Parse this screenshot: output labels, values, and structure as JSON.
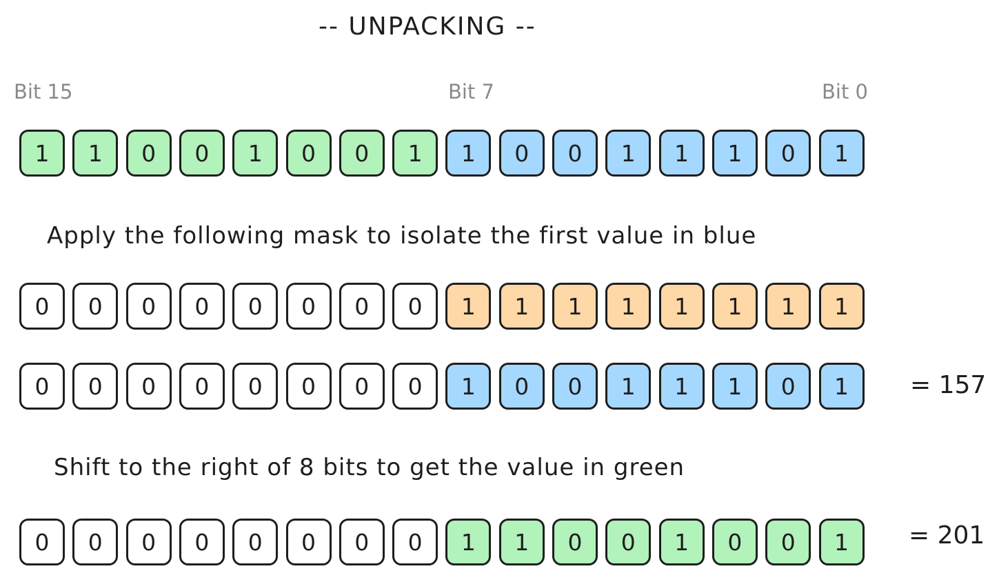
{
  "title": "-- UNPACKING --",
  "bit_labels": {
    "high": "Bit 15",
    "mid": "Bit 7",
    "low": "Bit 0"
  },
  "colors": {
    "green": "#b2f2bb",
    "blue": "#a5d8ff",
    "orange": "#ffd8a8",
    "white": "#ffffff",
    "stroke": "#1e1e1e",
    "label_gray": "#8a8a8a"
  },
  "rows": {
    "packed": {
      "bits": [
        "1",
        "1",
        "0",
        "0",
        "1",
        "0",
        "0",
        "1",
        "1",
        "0",
        "0",
        "1",
        "1",
        "1",
        "0",
        "1"
      ],
      "colors": [
        "green",
        "green",
        "green",
        "green",
        "green",
        "green",
        "green",
        "green",
        "blue",
        "blue",
        "blue",
        "blue",
        "blue",
        "blue",
        "blue",
        "blue"
      ]
    },
    "mask": {
      "bits": [
        "0",
        "0",
        "0",
        "0",
        "0",
        "0",
        "0",
        "0",
        "1",
        "1",
        "1",
        "1",
        "1",
        "1",
        "1",
        "1"
      ],
      "colors": [
        "white",
        "white",
        "white",
        "white",
        "white",
        "white",
        "white",
        "white",
        "orange",
        "orange",
        "orange",
        "orange",
        "orange",
        "orange",
        "orange",
        "orange"
      ]
    },
    "blue_result": {
      "bits": [
        "0",
        "0",
        "0",
        "0",
        "0",
        "0",
        "0",
        "0",
        "1",
        "0",
        "0",
        "1",
        "1",
        "1",
        "0",
        "1"
      ],
      "colors": [
        "white",
        "white",
        "white",
        "white",
        "white",
        "white",
        "white",
        "white",
        "blue",
        "blue",
        "blue",
        "blue",
        "blue",
        "blue",
        "blue",
        "blue"
      ]
    },
    "green_result": {
      "bits": [
        "0",
        "0",
        "0",
        "0",
        "0",
        "0",
        "0",
        "0",
        "1",
        "1",
        "0",
        "0",
        "1",
        "0",
        "0",
        "1"
      ],
      "colors": [
        "white",
        "white",
        "white",
        "white",
        "white",
        "white",
        "white",
        "white",
        "green",
        "green",
        "green",
        "green",
        "green",
        "green",
        "green",
        "green"
      ]
    }
  },
  "captions": {
    "mask": "Apply the following mask to isolate the first value in blue",
    "shift": "Shift to the right of 8 bits to get the value in green"
  },
  "results": {
    "blue": "= 157",
    "green": "= 201"
  }
}
